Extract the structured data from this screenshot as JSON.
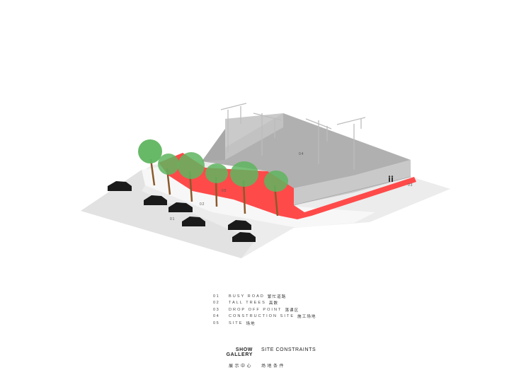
{
  "labels": {
    "l01": "01",
    "l02": "02",
    "l03": "03",
    "l04": "04",
    "l05": "05"
  },
  "legend": [
    {
      "num": "01",
      "en": "BUSY ROAD",
      "cn": "繁忙道路"
    },
    {
      "num": "02",
      "en": "TALL TREES",
      "cn": "高数"
    },
    {
      "num": "03",
      "en": "DROP OFF POINT",
      "cn": "落课区"
    },
    {
      "num": "04",
      "en": "CONSTRUCTION SITE",
      "cn": "施工场地"
    },
    {
      "num": "05",
      "en": "SITE",
      "cn": "场地"
    }
  ],
  "footer": {
    "title_bold": "SHOW GALLERY",
    "title_regular": "SITE CONSTRAINTS",
    "subtitle_a": "展示中心",
    "subtitle_b": "场地条件"
  },
  "colors": {
    "ground": "#eeeeee",
    "road": "#e4e4e4",
    "site_red": "#ff4a4a",
    "construction": "#b3b3b3",
    "construction_light": "#c9c9c9",
    "crane": "#bdbdbd",
    "tree_canopy": "#5fb55f",
    "tree_trunk": "#8b5a2b",
    "car": "#1a1a1a"
  }
}
